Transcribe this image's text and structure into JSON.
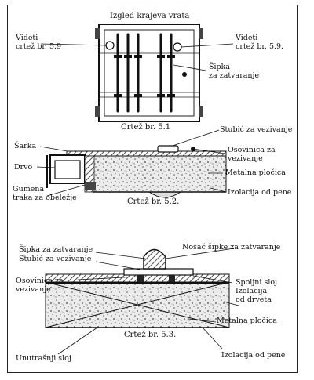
{
  "figure1": {
    "title": "Izgled krajeva vrata",
    "caption": "Crtež br. 5.1",
    "labels": {
      "videti_left": "Videti",
      "videti_left_ref": "crtež br. 5.9",
      "videti_right": "Videti",
      "videti_right_ref": "crtež br. 5.9.",
      "sipka_1": "Šipka",
      "sipka_2": "za zatvaranje"
    }
  },
  "figure2": {
    "caption": "Crtež br. 5.2.",
    "labels": {
      "sarka": "Šarka",
      "drvo": "Drvo",
      "gumena_1": "Gumena",
      "gumena_2": "traka za obeležje",
      "stubic": "Stubić za vezivanje",
      "osovinica_1": "Osovinica za",
      "osovinica_2": "vezivanje",
      "metalna": "Metalna pločica",
      "izolacija": "Izolacija od pene"
    }
  },
  "figure3": {
    "caption": "Crtež br. 5.3.",
    "labels": {
      "sipka": "Šipka za zatvaranje",
      "stubic": "Stubić za vezivanje",
      "nosac": "Nosač šipke za zatvaranje",
      "osovinica_1": "Osovinica za",
      "osovinica_2": "vezivanje",
      "spoljni_1": "Spoljni sloj",
      "spoljni_2": "Izolacija",
      "spoljni_3": "od drveta",
      "metalna": "Metalna pločica",
      "unutrasnji": "Unutrašnji sloj",
      "izolacija": "Izolacija od pene"
    }
  }
}
